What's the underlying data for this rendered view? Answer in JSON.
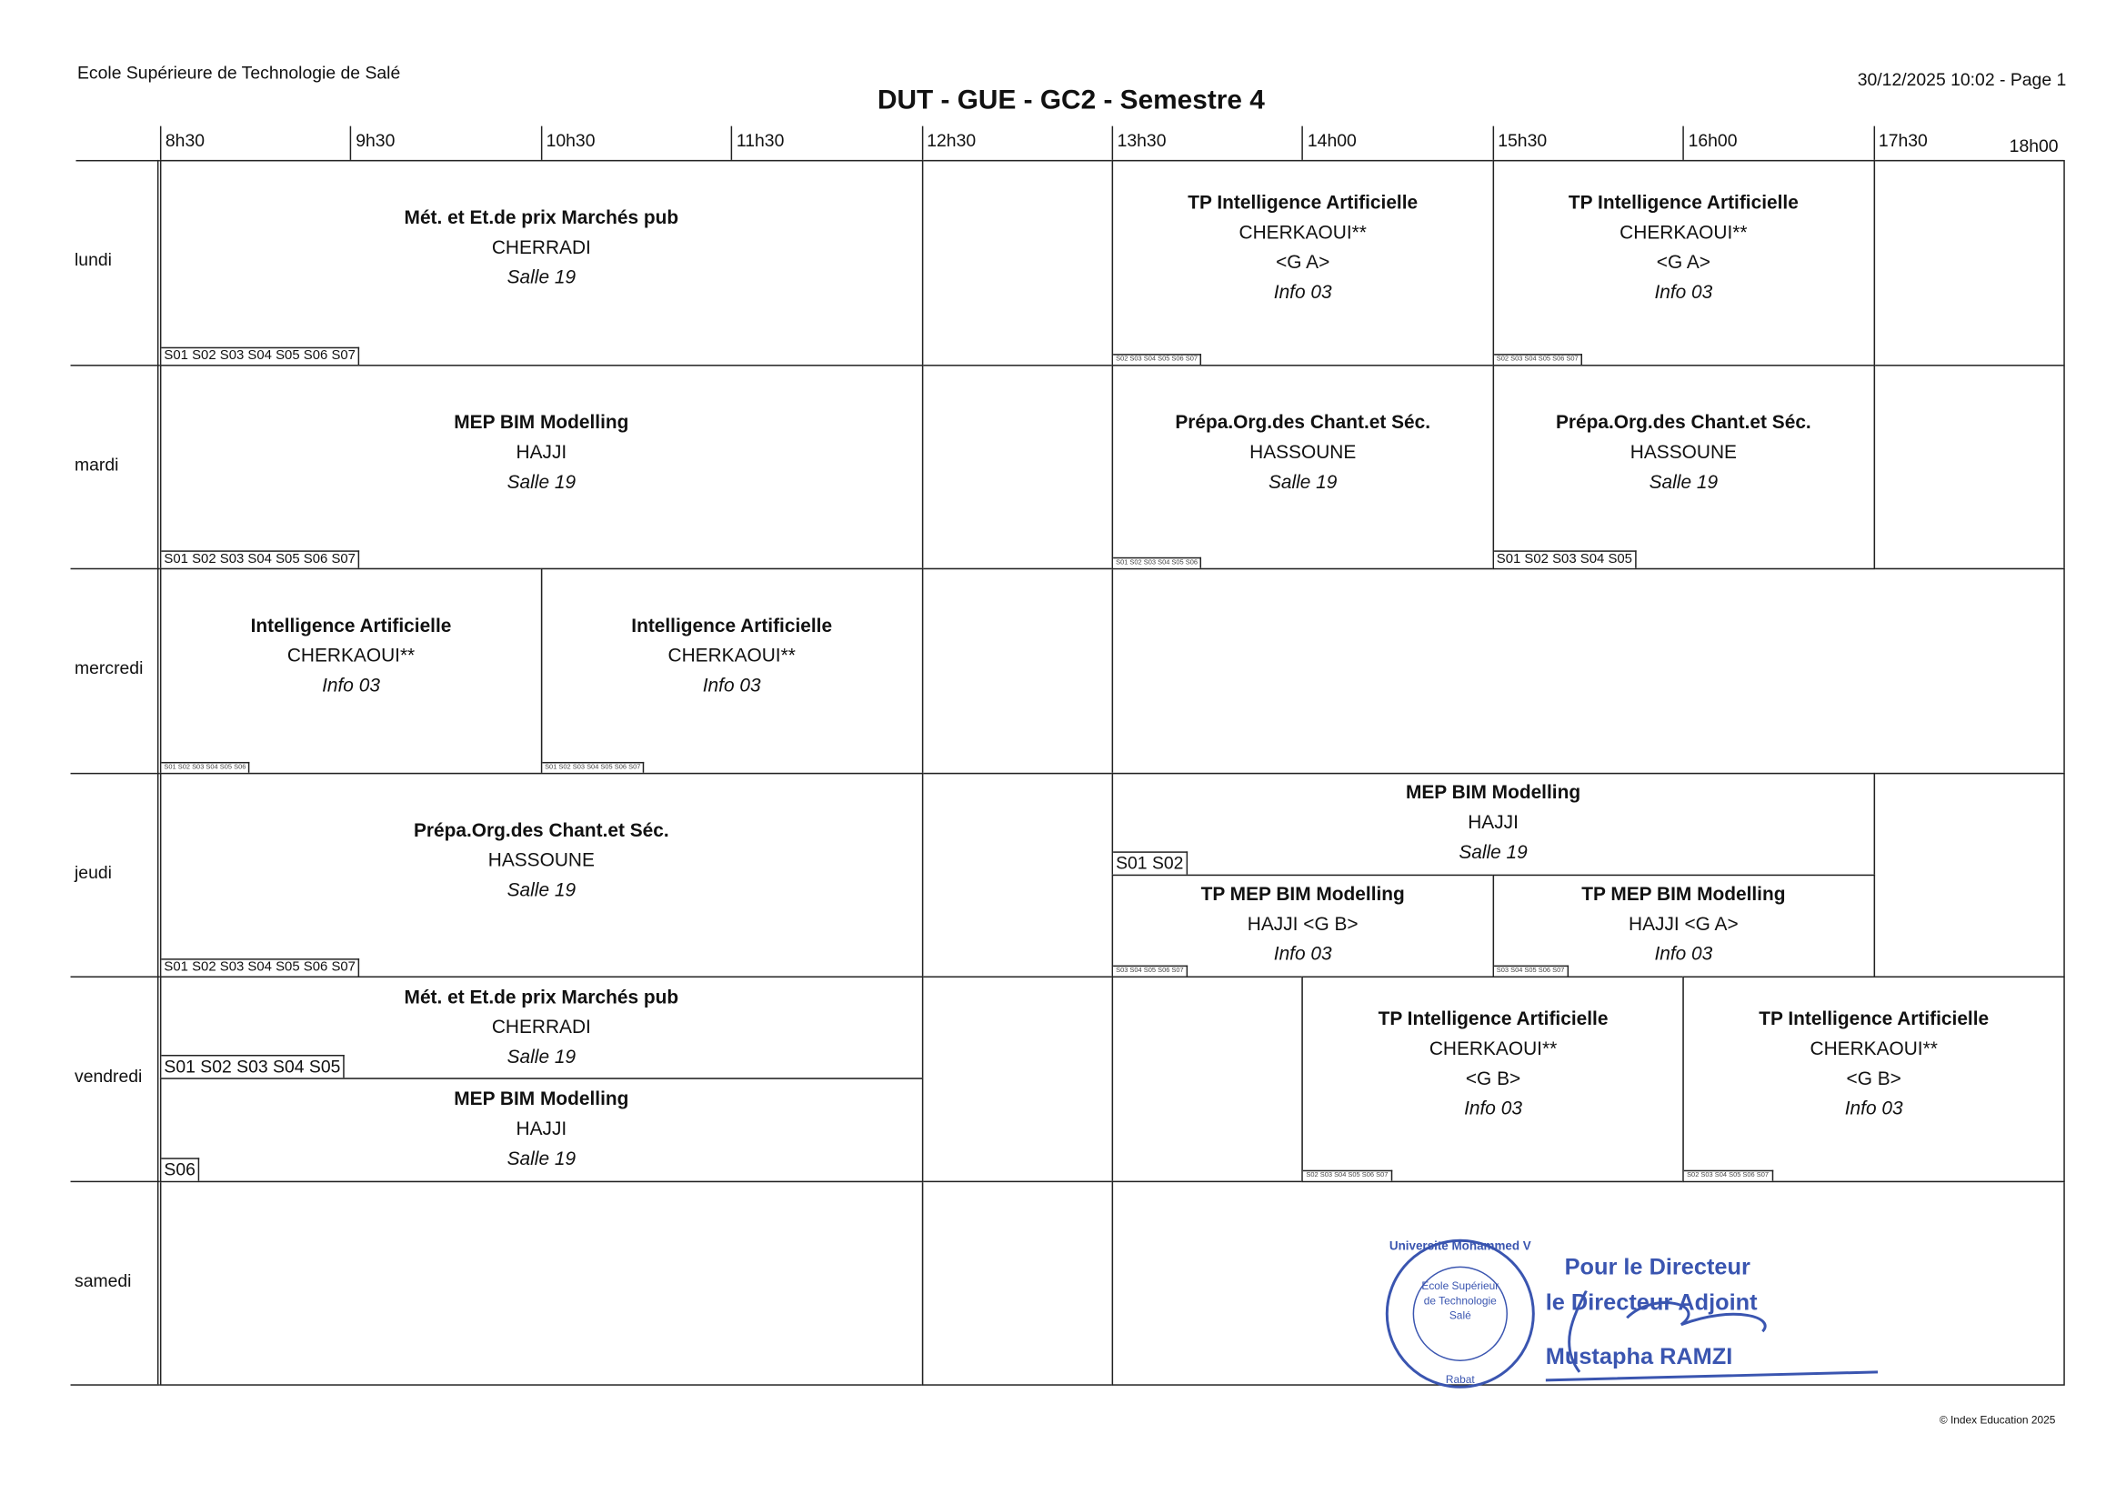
{
  "header": {
    "school": "Ecole Supérieure de Technologie de Salé",
    "printed": "30/12/2025 10:02 - Page 1",
    "title": "DUT - GUE - GC2 -  Semestre 4"
  },
  "time_slots": [
    "8h30",
    "9h30",
    "10h30",
    "11h30",
    "12h30",
    "13h30",
    "14h00",
    "15h30",
    "16h00",
    "17h30"
  ],
  "end_label": "18h00",
  "days": [
    "lundi",
    "mardi",
    "mercredi",
    "jeudi",
    "vendredi",
    "samedi"
  ],
  "sessions": [
    {
      "day": 0,
      "slot_start": 0,
      "slot_span": 4,
      "part": "full",
      "subject": "Mét. et Et.de prix Marchés pub",
      "teacher": "CHERRADI",
      "room": "Salle 19",
      "groups": "S01 S02 S03 S04 S05 S06 S07",
      "tag_size": "normal"
    },
    {
      "day": 0,
      "slot_start": 5,
      "slot_span": 2,
      "part": "full",
      "subject": "TP Intelligence Artificielle",
      "teacher": "CHERKAOUI**",
      "group": "<G A>",
      "room": "Info 03",
      "groups": "S02 S03 S04 S05 S06 S07",
      "tag_size": "tiny"
    },
    {
      "day": 0,
      "slot_start": 7,
      "slot_span": 2,
      "part": "full",
      "subject": "TP Intelligence Artificielle",
      "teacher": "CHERKAOUI**",
      "group": "<G A>",
      "room": "Info 03",
      "groups": "S02 S03 S04 S05 S06 S07",
      "tag_size": "tiny"
    },
    {
      "day": 1,
      "slot_start": 0,
      "slot_span": 4,
      "part": "full",
      "subject": "MEP BIM Modelling",
      "teacher": "HAJJI",
      "room": "Salle 19",
      "groups": "S01 S02 S03 S04 S05 S06 S07",
      "tag_size": "normal"
    },
    {
      "day": 1,
      "slot_start": 5,
      "slot_span": 2,
      "part": "full",
      "subject": "Prépa.Org.des Chant.et Séc.",
      "teacher": "HASSOUNE",
      "room": "Salle 19",
      "groups": "S01 S02 S03 S04 S05 S06",
      "tag_size": "tiny"
    },
    {
      "day": 1,
      "slot_start": 7,
      "slot_span": 2,
      "part": "full",
      "subject": "Prépa.Org.des Chant.et Séc.",
      "teacher": "HASSOUNE",
      "room": "Salle 19",
      "groups": "S01 S02 S03 S04 S05",
      "tag_size": "small"
    },
    {
      "day": 2,
      "slot_start": 0,
      "slot_span": 2,
      "part": "full",
      "subject": "Intelligence Artificielle",
      "teacher": "CHERKAOUI**",
      "room": "Info 03",
      "groups": "S01 S02 S03 S04 S05 S06",
      "tag_size": "tiny"
    },
    {
      "day": 2,
      "slot_start": 2,
      "slot_span": 2,
      "part": "full",
      "subject": "Intelligence Artificielle",
      "teacher": "CHERKAOUI**",
      "room": "Info 03",
      "groups": "S01 S02 S03 S04 S05 S06 S07",
      "tag_size": "tiny"
    },
    {
      "day": 3,
      "slot_start": 0,
      "slot_span": 4,
      "part": "full",
      "subject": "Prépa.Org.des Chant.et Séc.",
      "teacher": "HASSOUNE",
      "room": "Salle 19",
      "groups": "S01 S02 S03 S04 S05 S06 S07",
      "tag_size": "normal"
    },
    {
      "day": 3,
      "slot_start": 5,
      "slot_span": 4,
      "part": "top",
      "subject": "MEP BIM Modelling",
      "teacher": "HAJJI",
      "room": "Salle 19",
      "groups": "S01 S02",
      "tag_size": "big"
    },
    {
      "day": 3,
      "slot_start": 5,
      "slot_span": 2,
      "part": "bottom",
      "subject": "TP MEP BIM Modelling",
      "teacher": "HAJJI <G B>",
      "room": "Info 03",
      "groups": "S03 S04 S05 S06 S07",
      "tag_size": "tiny"
    },
    {
      "day": 3,
      "slot_start": 7,
      "slot_span": 2,
      "part": "bottom",
      "subject": "TP MEP BIM Modelling",
      "teacher": "HAJJI <G A>",
      "room": "Info 03",
      "groups": "S03 S04 S05 S06 S07",
      "tag_size": "tiny"
    },
    {
      "day": 4,
      "slot_start": 0,
      "slot_span": 4,
      "part": "top",
      "subject": "Mét. et Et.de prix Marchés pub",
      "teacher": "CHERRADI",
      "room": "Salle 19",
      "groups": "S01 S02 S03 S04 S05",
      "tag_size": "big"
    },
    {
      "day": 4,
      "slot_start": 0,
      "slot_span": 4,
      "part": "bottom",
      "subject": "MEP BIM Modelling",
      "teacher": "HAJJI",
      "room": "Salle 19",
      "groups": "S06",
      "tag_size": "big"
    },
    {
      "day": 4,
      "slot_start": 6,
      "slot_span": 2,
      "part": "full",
      "subject": "TP Intelligence Artificielle",
      "teacher": "CHERKAOUI**",
      "group": "<G B>",
      "room": "Info 03",
      "groups": "S02 S03 S04 S05 S06 S07",
      "tag_size": "tiny"
    },
    {
      "day": 4,
      "slot_start": 8,
      "slot_span": 2,
      "part": "full",
      "subject": "TP Intelligence Artificielle",
      "teacher": "CHERKAOUI**",
      "group": "<G B>",
      "room": "Info 03",
      "groups": "S02 S03 S04 S05 S06 S07",
      "tag_size": "tiny"
    }
  ],
  "empty_cells": [
    {
      "day": 0,
      "slot_start": 4,
      "slot_span": 1
    },
    {
      "day": 0,
      "slot_start": 9,
      "slot_span": 1
    },
    {
      "day": 1,
      "slot_start": 4,
      "slot_span": 1
    },
    {
      "day": 1,
      "slot_start": 9,
      "slot_span": 1
    },
    {
      "day": 2,
      "slot_start": 4,
      "slot_span": 1
    },
    {
      "day": 2,
      "slot_start": 5,
      "slot_span": 5
    },
    {
      "day": 3,
      "slot_start": 4,
      "slot_span": 1
    },
    {
      "day": 3,
      "slot_start": 9,
      "slot_span": 1
    },
    {
      "day": 4,
      "slot_start": 4,
      "slot_span": 1
    },
    {
      "day": 4,
      "slot_start": 5,
      "slot_span": 1
    },
    {
      "day": 5,
      "slot_start": 0,
      "slot_span": 4
    },
    {
      "day": 5,
      "slot_start": 4,
      "slot_span": 1
    },
    {
      "day": 5,
      "slot_start": 5,
      "slot_span": 5
    }
  ],
  "signature": {
    "line1": "Pour le Directeur",
    "line2": "le Directeur Adjoint",
    "name": "Mustapha RAMZI",
    "seal_ring": "Université Mohammed V",
    "seal_center": "Ecole Supérieur de Technologie Salé",
    "seal_bottom": "Rabat"
  },
  "footer": "© Index Education 2025"
}
